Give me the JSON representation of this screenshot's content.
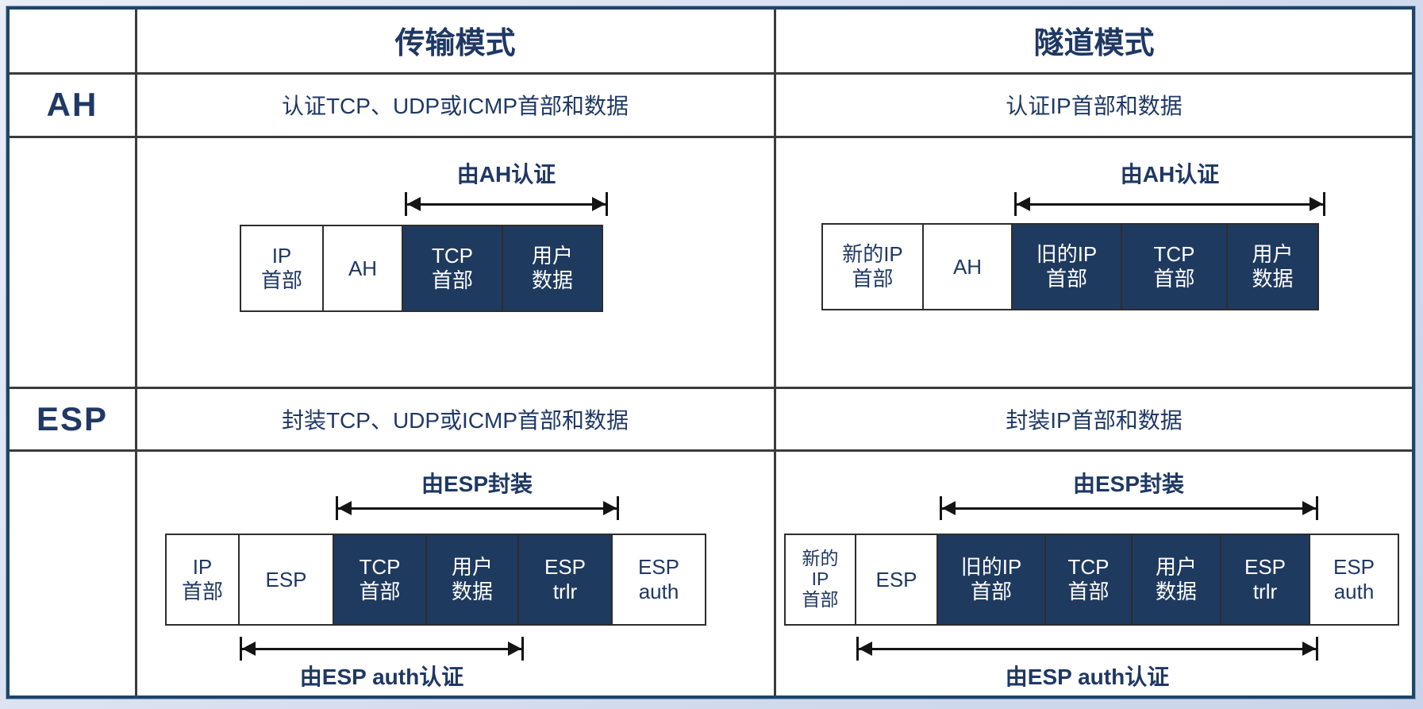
{
  "header": {
    "transport_mode": "传输模式",
    "tunnel_mode": "隧道模式"
  },
  "rows": {
    "ah": {
      "label": "AH",
      "transport_desc": "认证TCP、UDP或ICMP首部和数据",
      "tunnel_desc": "认证IP首部和数据"
    },
    "esp": {
      "label": "ESP",
      "transport_desc": "封装TCP、UDP或ICMP首部和数据",
      "tunnel_desc": "封装IP首部和数据"
    }
  },
  "diagrams": {
    "ah_transport": {
      "arrow_label": "由AH认证",
      "blocks": [
        {
          "text": "IP\n首部",
          "dark": false
        },
        {
          "text": "AH",
          "dark": false
        },
        {
          "text": "TCP\n首部",
          "dark": true
        },
        {
          "text": "用户\n数据",
          "dark": true
        }
      ]
    },
    "ah_tunnel": {
      "arrow_label": "由AH认证",
      "blocks": [
        {
          "text": "新的IP\n首部",
          "dark": false
        },
        {
          "text": "AH",
          "dark": false
        },
        {
          "text": "旧的IP\n首部",
          "dark": true
        },
        {
          "text": "TCP\n首部",
          "dark": true
        },
        {
          "text": "用户\n数据",
          "dark": true
        }
      ]
    },
    "esp_transport": {
      "encap_label": "由ESP封装",
      "auth_label": "由ESP auth认证",
      "blocks": [
        {
          "text": "IP\n首部",
          "dark": false
        },
        {
          "text": "ESP",
          "dark": false
        },
        {
          "text": "TCP\n首部",
          "dark": true
        },
        {
          "text": "用户\n数据",
          "dark": true
        },
        {
          "text": "ESP\ntrlr",
          "dark": true
        },
        {
          "text": "ESP\nauth",
          "dark": false
        }
      ]
    },
    "esp_tunnel": {
      "encap_label": "由ESP封装",
      "auth_label": "由ESP auth认证",
      "blocks": [
        {
          "text": "新的\nIP\n首部",
          "dark": false
        },
        {
          "text": "ESP",
          "dark": false
        },
        {
          "text": "旧的IP\n首部",
          "dark": true
        },
        {
          "text": "TCP\n首部",
          "dark": true
        },
        {
          "text": "用户\n数据",
          "dark": true
        },
        {
          "text": "ESP\ntrlr",
          "dark": true
        },
        {
          "text": "ESP\nauth",
          "dark": false
        }
      ]
    }
  },
  "colors": {
    "dark_block": "#1f3a5f",
    "navy_text": "#1f3864",
    "frame": "#1f4568",
    "grid_line": "#3b3b3b",
    "background": "#d8e0ef"
  }
}
